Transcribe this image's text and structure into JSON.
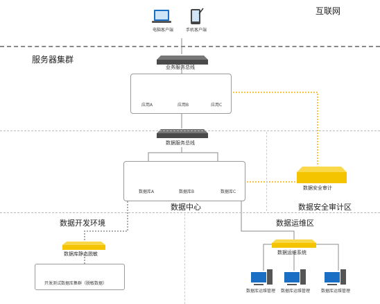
{
  "zones": {
    "internet": "互联网",
    "server_cluster": "服务器集群",
    "data_center": "数据中心",
    "data_security_zone": "数据安全审计区",
    "dev_env": "数据开发环境",
    "ops_zone": "数据运维区"
  },
  "clients": {
    "pc_client": "电脑客户端",
    "mobile_client": "手机客户端"
  },
  "business_bus": "业务服务总线",
  "app_servers": [
    "应用A",
    "应用B",
    "应用C"
  ],
  "data_bus": "数据服务总线",
  "databases": [
    "数据库A",
    "数据库B",
    "数据库C"
  ],
  "security_audit": "数据安全审计",
  "desensitization": "数据库静态脱敏",
  "test_cluster": "开发测试数据库集群（脱敏数据）",
  "ops_system": "数据运维系统",
  "ops_terminals": [
    "数据库运维管理",
    "数据库运维管理",
    "数据库运维管理"
  ],
  "colors": {
    "accent_yellow": "#f5c400",
    "link_orange": "#f0b400",
    "switch_gray": "#5a5a5a",
    "db_blue": "#1a6fc4",
    "divider": "#999999"
  }
}
